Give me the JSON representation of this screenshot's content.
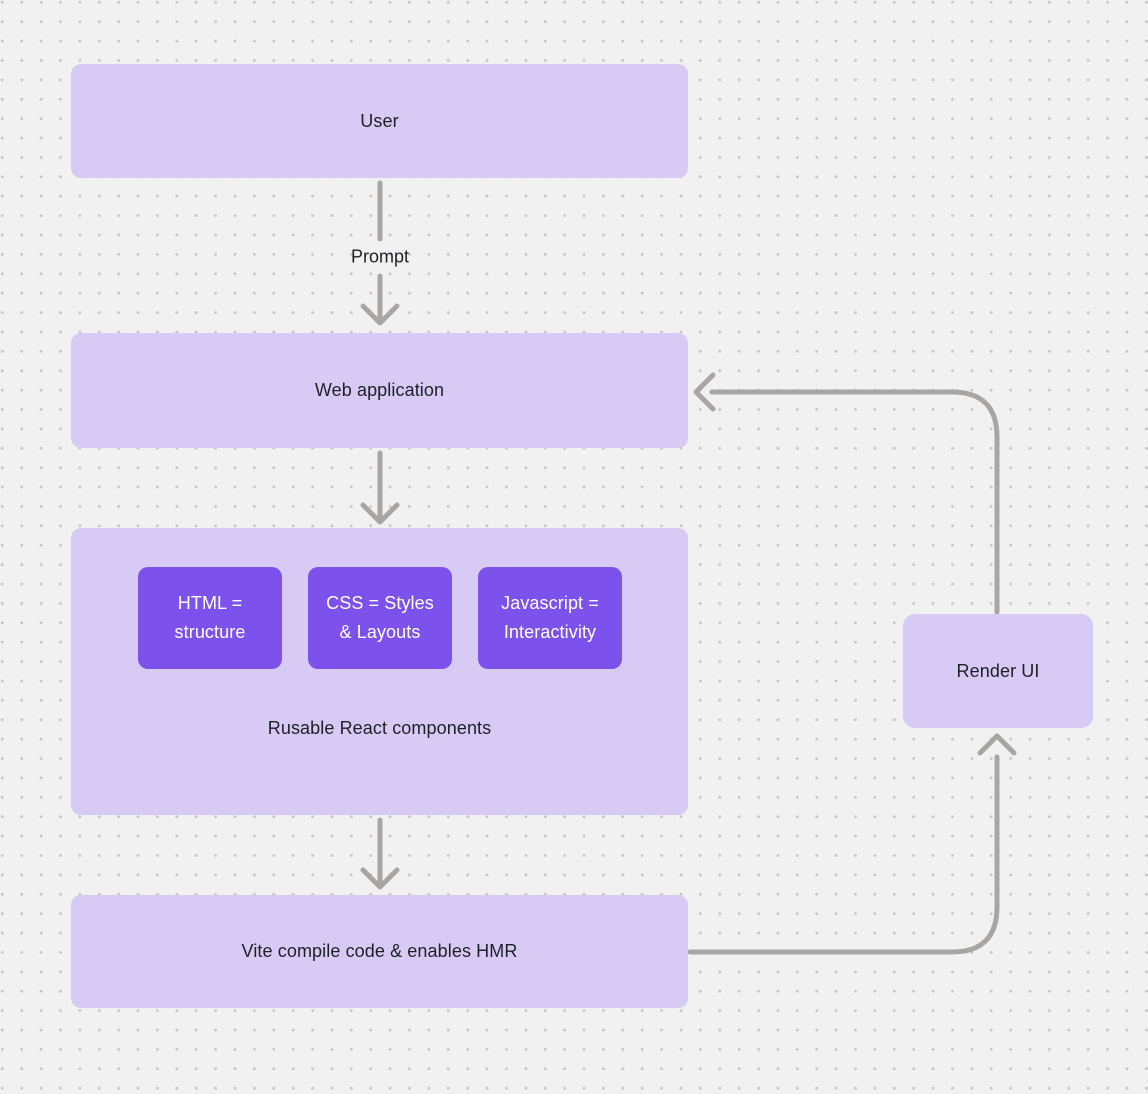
{
  "canvas": {
    "background_color": "#f2f1f1",
    "dot_grid_color": "#c9c7c5"
  },
  "colors": {
    "node_light_purple": "#d7caf4",
    "node_dark_purple": "#7d52ec",
    "connector_gray": "#a8a6a4",
    "text_dark": "#1f1f28",
    "text_light": "#ffffff"
  },
  "nodes": {
    "user": {
      "label": "User"
    },
    "web_app": {
      "label": "Web application"
    },
    "components": {
      "items": [
        {
          "lines": [
            "HTML =",
            "structure"
          ]
        },
        {
          "lines": [
            "CSS = Styles",
            "& Layouts"
          ]
        },
        {
          "lines": [
            "Javascript =",
            "Interactivity"
          ]
        }
      ],
      "caption": "Rusable React components"
    },
    "vite": {
      "label": "Vite compile code & enables HMR"
    },
    "render_ui": {
      "label": "Render UI"
    }
  },
  "edges": {
    "prompt_label": "Prompt"
  }
}
